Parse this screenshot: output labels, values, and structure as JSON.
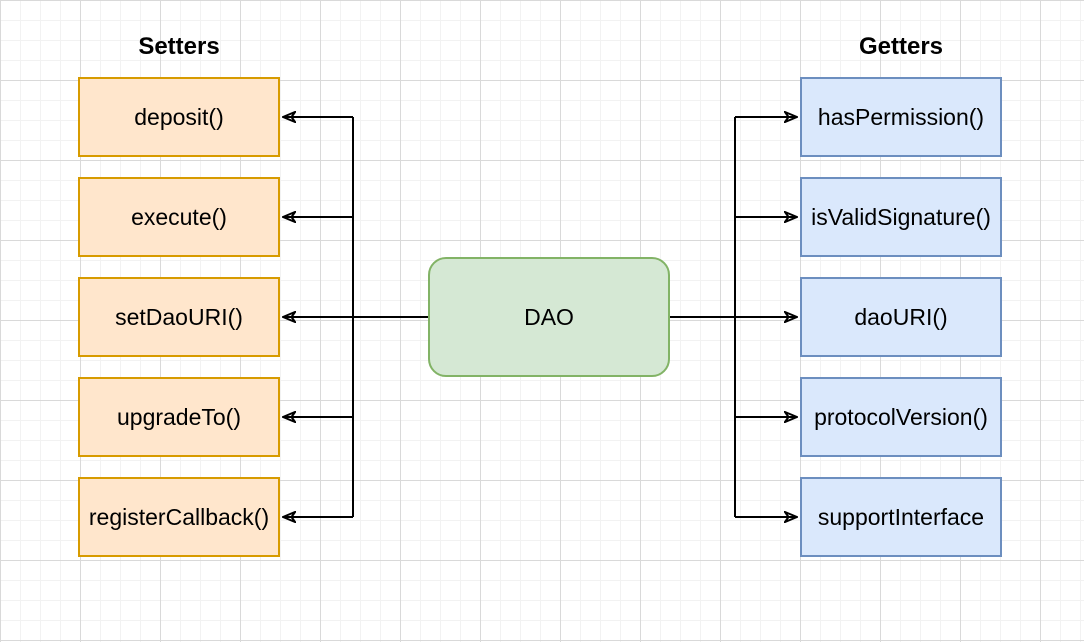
{
  "diagram": {
    "left_column_title": "Setters",
    "right_column_title": "Getters",
    "center_node": {
      "label": "DAO"
    },
    "setters": [
      "deposit()",
      "execute()",
      "setDaoURI()",
      "upgradeTo()",
      "registerCallback()"
    ],
    "getters": [
      "hasPermission()",
      "isValidSignature()",
      "daoURI()",
      "protocolVersion()",
      "supportInterface"
    ],
    "edges": [
      {
        "from": "DAO",
        "to": "deposit()"
      },
      {
        "from": "DAO",
        "to": "execute()"
      },
      {
        "from": "DAO",
        "to": "setDaoURI()"
      },
      {
        "from": "DAO",
        "to": "upgradeTo()"
      },
      {
        "from": "DAO",
        "to": "registerCallback()"
      },
      {
        "from": "DAO",
        "to": "hasPermission()"
      },
      {
        "from": "DAO",
        "to": "isValidSignature()"
      },
      {
        "from": "DAO",
        "to": "daoURI()"
      },
      {
        "from": "DAO",
        "to": "protocolVersion()"
      },
      {
        "from": "DAO",
        "to": "supportInterface"
      }
    ],
    "colors": {
      "setter_fill": "#ffe6cc",
      "setter_stroke": "#d79b00",
      "getter_fill": "#dae8fc",
      "getter_stroke": "#6c8ebf",
      "center_fill": "#d5e8d4",
      "center_stroke": "#82b366",
      "arrow": "#000000"
    }
  }
}
